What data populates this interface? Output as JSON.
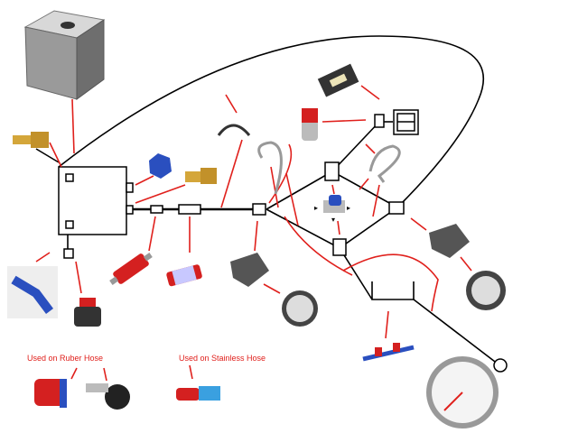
{
  "labels": {
    "rubber_hose": "Used on Ruber Hose",
    "stainless_hose": "Used on Stainless Hose"
  },
  "colors": {
    "line": "#000000",
    "pointer": "#e0201c",
    "brass": "#d4a63a",
    "blue": "#2a4fbf",
    "red": "#d42020"
  },
  "components": [
    "fuel-cell-tank",
    "brass-fitting",
    "fuel-sump",
    "blue-fitting",
    "brass-fitting-2",
    "inline-filter-red",
    "inline-filter-clear",
    "rubber-hose",
    "braided-hose",
    "braided-hose-2",
    "pressure-regulator",
    "carburetor-plate",
    "nitrous-bottle",
    "fuel-pump-block",
    "fuel-pump-block-2",
    "pressure-gauge",
    "pressure-gauge-2",
    "fuel-rail",
    "fuel-pressure-gauge",
    "breather-filter",
    "blue-an-fitting",
    "hose-end-rubber",
    "p-clamp",
    "hose-end-stainless"
  ]
}
